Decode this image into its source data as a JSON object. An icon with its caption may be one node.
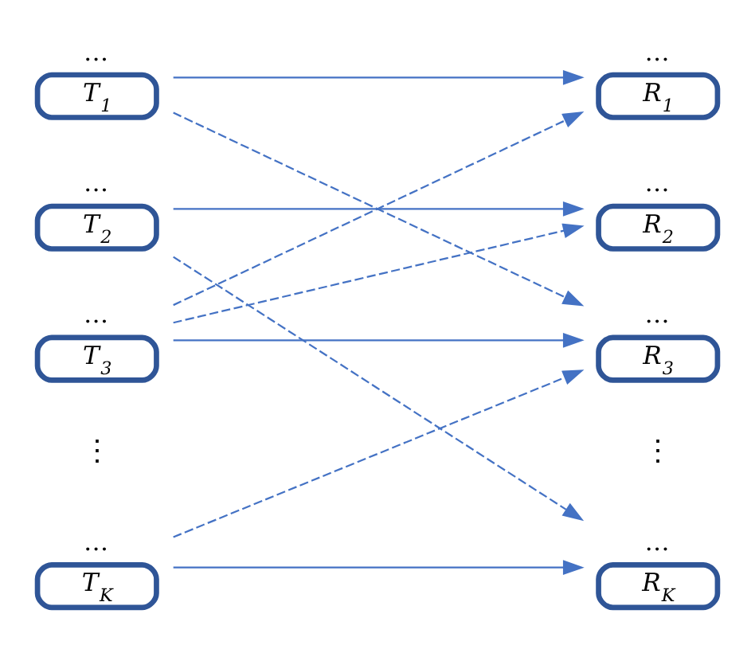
{
  "diagram": {
    "nodes": [
      {
        "text": [
          "T$_{1}$"
        ],
        "beside": [
          "…"
        ]
      },
      {
        "text": [
          "R$_{1}$"
        ],
        "beside": [
          "…"
        ]
      },
      {
        "text": [
          "T$_{2}$"
        ],
        "beside": [
          "…"
        ]
      },
      {
        "text": [
          "R$_{2}$"
        ],
        "beside": [
          "…"
        ]
      },
      {
        "text": [
          "T$_{3}$"
        ],
        "beside": [
          "…"
        ]
      },
      {
        "text": [
          "R$_{3}$"
        ],
        "beside": [
          "…"
        ]
      },
      {
        "text": [
          "T$_{K}$"
        ],
        "beside": [
          "…"
        ]
      },
      {
        "text": [
          "R$_{K}$"
        ],
        "beside": [
          "…"
        ]
      }
    ],
    "edges": [
      {
        "from": 0,
        "to": 1,
        "arrow": "to"
      },
      {
        "from": 0,
        "to": 5,
        "arrow": "to",
        "style": "dashed"
      },
      {
        "from": 2,
        "to": 3,
        "arrow": "to"
      },
      {
        "from": 2,
        "to": 7,
        "arrow": "to",
        "style": "dashed"
      },
      {
        "from": 4,
        "to": 1,
        "arrow": "to",
        "style": "dashed"
      },
      {
        "from": 4,
        "to": 3,
        "arrow": "to",
        "style": "dashed"
      },
      {
        "from": 4,
        "to": 5,
        "arrow": "to"
      },
      {
        "from": 6,
        "to": 5,
        "arrow": "to",
        "style": "dashed"
      },
      {
        "from": 6,
        "to": 7,
        "arrow": "to"
      }
    ],
    "labels": [
      "⋮",
      "⋮"
    ]
  }
}
